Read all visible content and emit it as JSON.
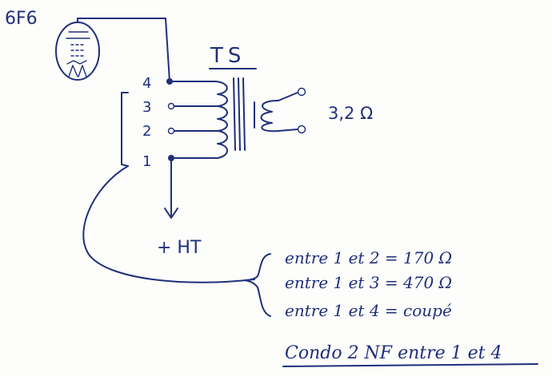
{
  "tube": {
    "label": "6F6"
  },
  "transformer": {
    "label": "TS",
    "terminals": [
      "4",
      "3",
      "2",
      "1"
    ],
    "secondary_label": "3,2 Ω"
  },
  "supply": {
    "label": "+ HT"
  },
  "notes": [
    "entre 1 et 2 = 170 Ω",
    "entre 1 et 3 = 470 Ω",
    "entre 1 et 4 = coupé"
  ],
  "footnote": "Condo 2 NF entre 1 et 4",
  "colors": {
    "ink": "#1f2f7a",
    "paper": "#fdfdfb"
  }
}
